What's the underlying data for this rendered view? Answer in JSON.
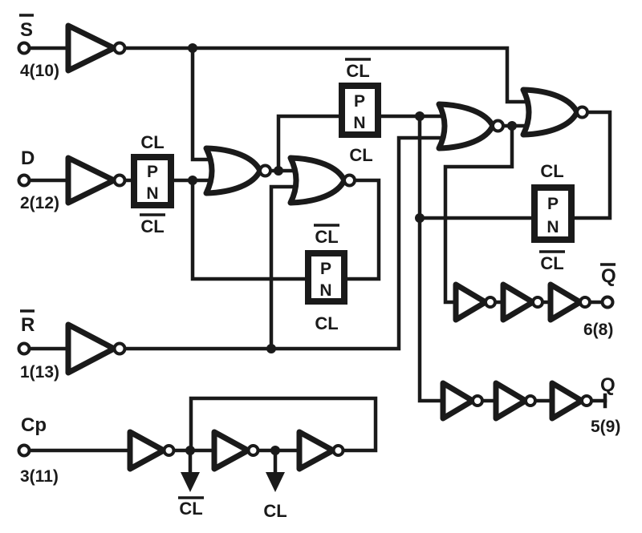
{
  "diagram": {
    "type": "logic-schematic",
    "description": "D-type flip-flop logic diagram with NOR latches, transmission gates and clock buffers",
    "background": "#ffffff",
    "line_color": "#1a1a1a"
  },
  "inputs": {
    "set": {
      "name": "S",
      "overline": true,
      "pin": "4(10)"
    },
    "data": {
      "name": "D",
      "overline": false,
      "pin": "2(12)"
    },
    "reset": {
      "name": "R",
      "overline": true,
      "pin": "1(13)"
    },
    "clock": {
      "name": "Cp",
      "overline": false,
      "pin": "3(11)"
    }
  },
  "outputs": {
    "q_bar": {
      "name": "Q",
      "overline": true,
      "pin": "6(8)"
    },
    "q": {
      "name": "Q",
      "overline": false,
      "pin": "5(9)"
    }
  },
  "transmission_gates": {
    "input_gate": {
      "top": "CL",
      "top_overline": false,
      "p": "P",
      "n": "N",
      "bottom": "CL",
      "bottom_overline": true
    },
    "slave_in_gate": {
      "top": "CL",
      "top_overline": true,
      "p": "P",
      "n": "N",
      "bottom": "CL",
      "bottom_overline": false
    },
    "master_fb_gate": {
      "top": "CL",
      "top_overline": true,
      "p": "P",
      "n": "N",
      "bottom": "CL",
      "bottom_overline": false
    },
    "slave_fb_gate": {
      "top": "CL",
      "top_overline": false,
      "p": "P",
      "n": "N",
      "bottom": "CL",
      "bottom_overline": true
    }
  },
  "clock_taps": {
    "cl_bar": {
      "label": "CL",
      "overline": true
    },
    "cl": {
      "label": "CL",
      "overline": false
    }
  }
}
